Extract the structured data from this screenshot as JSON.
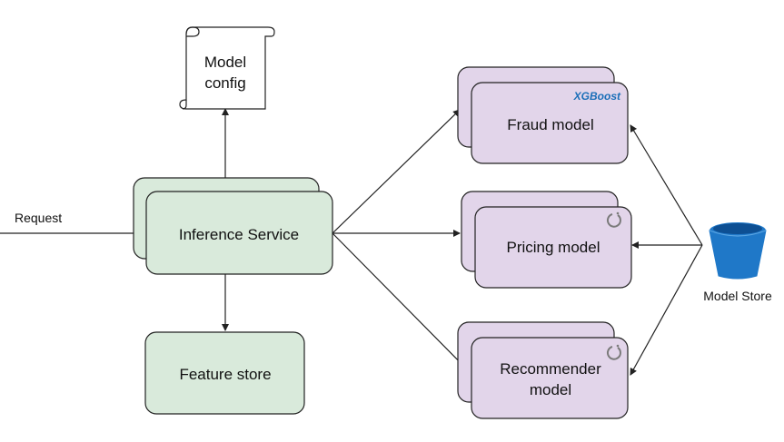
{
  "colors": {
    "service_fill": "#d9eadb",
    "model_fill": "#e2d5ea",
    "stroke": "#222222",
    "bucket": "#1f78c8"
  },
  "nodes": {
    "config": {
      "line1": "Model",
      "line2": "config"
    },
    "inference": {
      "label": "Inference Service"
    },
    "feature_store": {
      "label": "Feature store"
    },
    "fraud": {
      "label": "Fraud model",
      "badge": "XGBoost"
    },
    "pricing": {
      "label": "Pricing model",
      "badge_icon": "pytorch-icon"
    },
    "recommender": {
      "line1": "Recommender",
      "line2": "model",
      "badge_icon": "pytorch-icon"
    },
    "model_store": {
      "label": "Model Store",
      "icon": "bucket-icon"
    }
  },
  "edges": {
    "request_label": "Request"
  }
}
